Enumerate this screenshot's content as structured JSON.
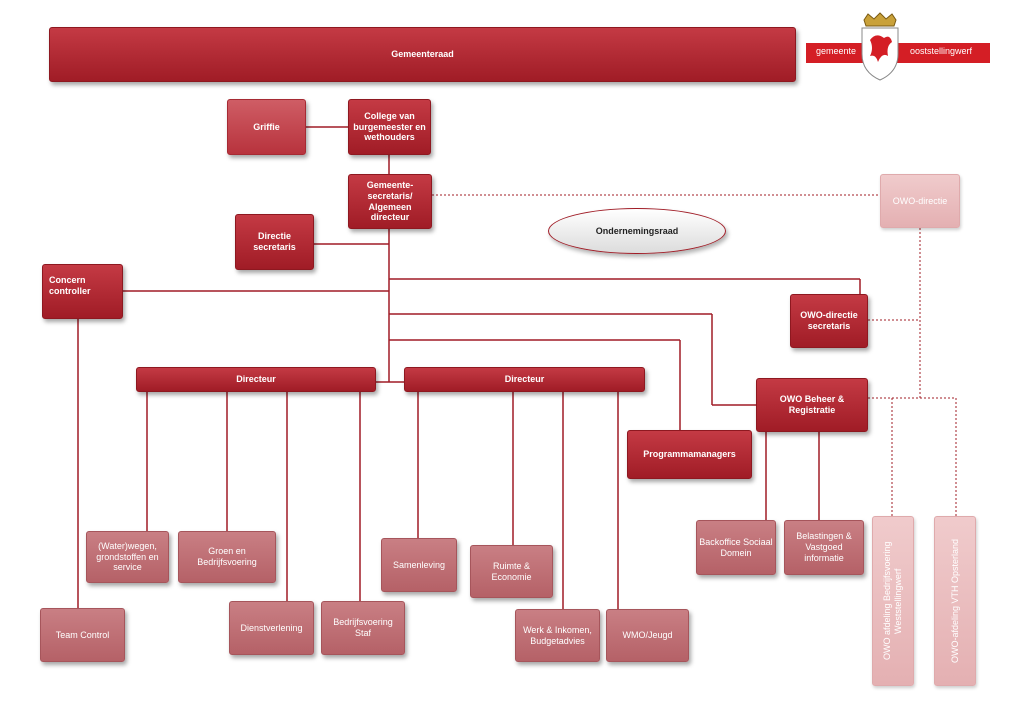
{
  "logo": {
    "left_text": "gemeente",
    "right_text": "ooststellingwerf",
    "brand_color": "#d41e25",
    "crest": "crest-icon"
  },
  "nodes": {
    "gemeenteraad": "Gemeenteraad",
    "griffie": "Griffie",
    "college": "College van burgemeester en wethouders",
    "secretaris": "Gemeente-secretaris/ Algemeen directeur",
    "directie_secretaris": "Directie secretaris",
    "concern_controller": "Concern controller",
    "ondernemingsraad": "Ondernemingsraad",
    "owo_directie": "OWO-directie",
    "owo_directie_secretaris": "OWO-directie secretaris",
    "directeur_1": "Directeur",
    "directeur_2": "Directeur",
    "owo_beheer": "OWO Beheer & Registratie",
    "programmamanagers": "Programmamanagers",
    "waterwegen": "(Water)wegen, grondstoffen en service",
    "groen": "Groen en Bedrijfsvoering",
    "dienstverlening": "Dienstverlening",
    "bedrijfsvoering_staf": "Bedrijfsvoering Staf",
    "team_control": "Team Control",
    "samenleving": "Samenleving",
    "ruimte": "Ruimte & Economie",
    "werk": "Werk & Inkomen, Budgetadvies",
    "wmo": "WMO/Jeugd",
    "backoffice": "Backoffice Sociaal Domein",
    "belastingen": "Belastingen & Vastgoed informatie",
    "owo_bedrijfsvoering": "OWO afdeling Bedrijfsvoering Weststellingwerf",
    "owo_vth": "OWO-afdeling VTH Opsterland"
  }
}
